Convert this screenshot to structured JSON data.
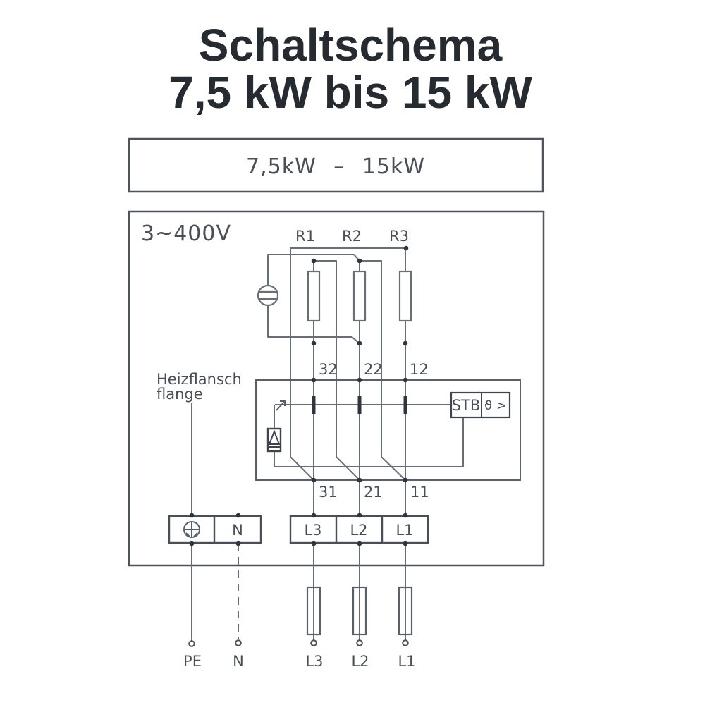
{
  "title": {
    "line1": "Schaltschema",
    "line2": "7,5 kW bis 15 kW"
  },
  "power_band": {
    "label": "7,5kW – 15kW"
  },
  "schematic": {
    "supply_label": "3~400V",
    "heater_labels": {
      "r1": "R1",
      "r2": "R2",
      "r3": "R3"
    },
    "contactor_terminals_top": {
      "t1": "32",
      "t2": "22",
      "t3": "12"
    },
    "contactor_terminals_bottom": {
      "t1": "31",
      "t2": "21",
      "t3": "11"
    },
    "flange_label": {
      "line1": "Heizflansch",
      "line2": "flange"
    },
    "stb": {
      "label": "STB",
      "symbol": "ϑ >"
    },
    "terminal_block": {
      "n": "N",
      "l3": "L3",
      "l2": "L2",
      "l1": "L1"
    },
    "supply_terminals": {
      "pe": "PE",
      "n": "N",
      "l3": "L3",
      "l2": "L2",
      "l1": "L1"
    },
    "symbols": {
      "indicator": "indicator-lamp-symbol",
      "earth": "pe-earth-terminal-symbol",
      "fuse": "fuse-symbol",
      "coil": "contactor-coil-symbol"
    }
  },
  "colors": {
    "line": "#686e76",
    "box": "#4f545c",
    "dark": "#2f353d",
    "text": "#4a4f57",
    "title": "#262b32"
  }
}
